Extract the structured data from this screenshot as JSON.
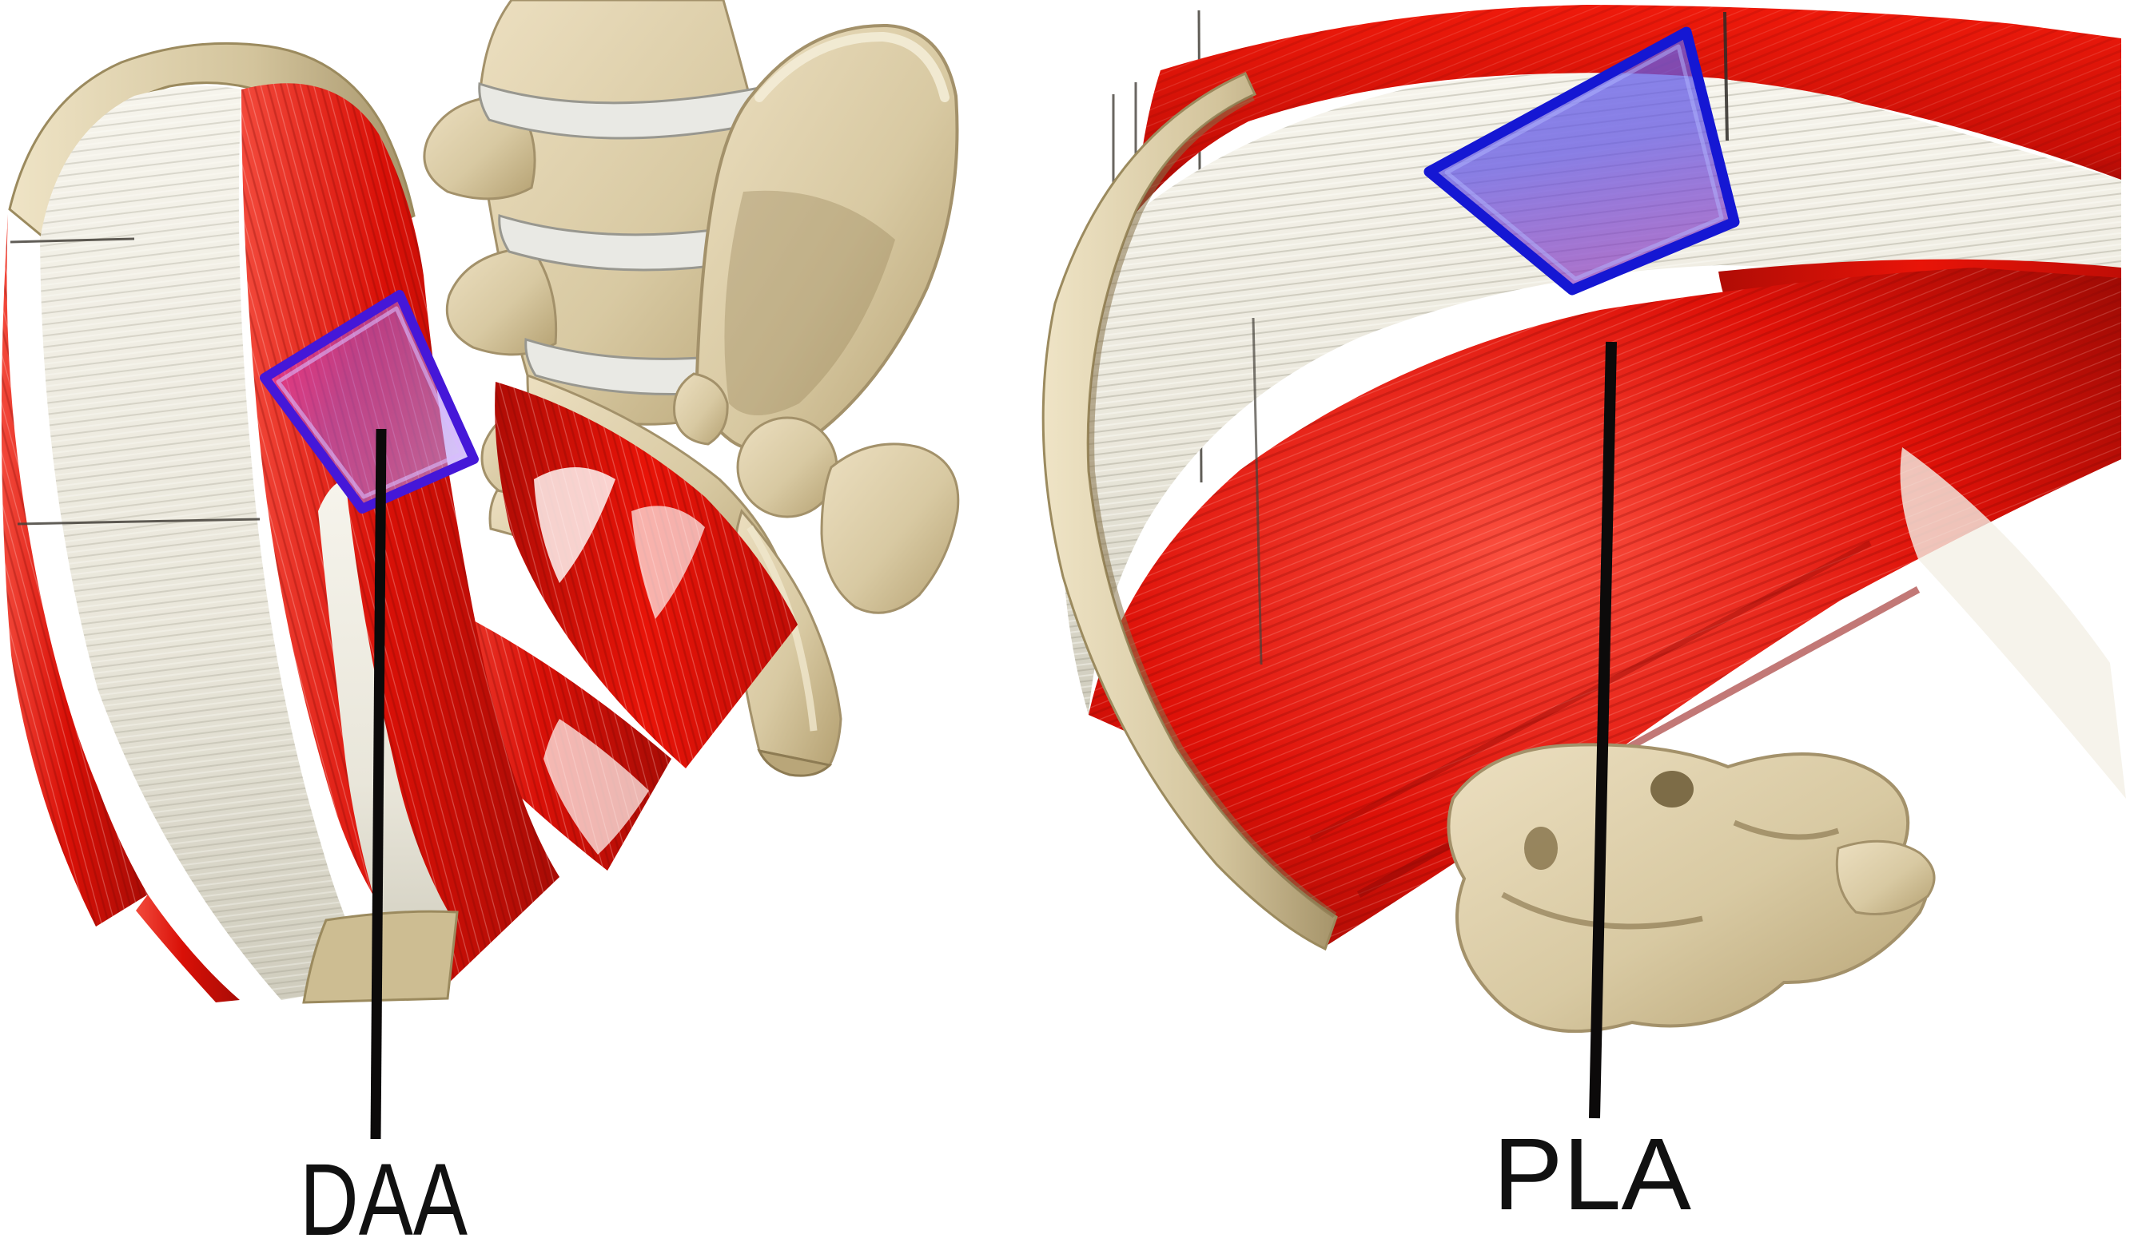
{
  "figure": {
    "description": "Two-panel anatomical illustration of hip muscles and bones showing surgical approach regions",
    "panels": [
      {
        "id": "left",
        "view": "anterior hip and pelvis with lumbar spine",
        "roi_label": "DAA"
      },
      {
        "id": "right",
        "view": "lateral hip / gluteal muscles with sacrum",
        "roi_label": "PLA"
      }
    ]
  },
  "labels": {
    "daa": "DAA",
    "pla": "PLA"
  },
  "colors": {
    "background": "#ffffff",
    "muscle_red": "#dd1008",
    "muscle_red_dark": "#9e0b05",
    "fascia_white": "#efede3",
    "bone_tan": "#d8c9a2",
    "bone_shadow": "#a99468",
    "daa_overlay_fill": "rgba(162,95,226,0.58)",
    "daa_overlay_border": "#4517d8",
    "pla_overlay_fill": "rgba(92,96,232,0.72)",
    "pla_overlay_border": "#1517d3",
    "pointer_line": "#0c0a0a",
    "reference_line": "#45413a",
    "label_text": "#111111"
  }
}
